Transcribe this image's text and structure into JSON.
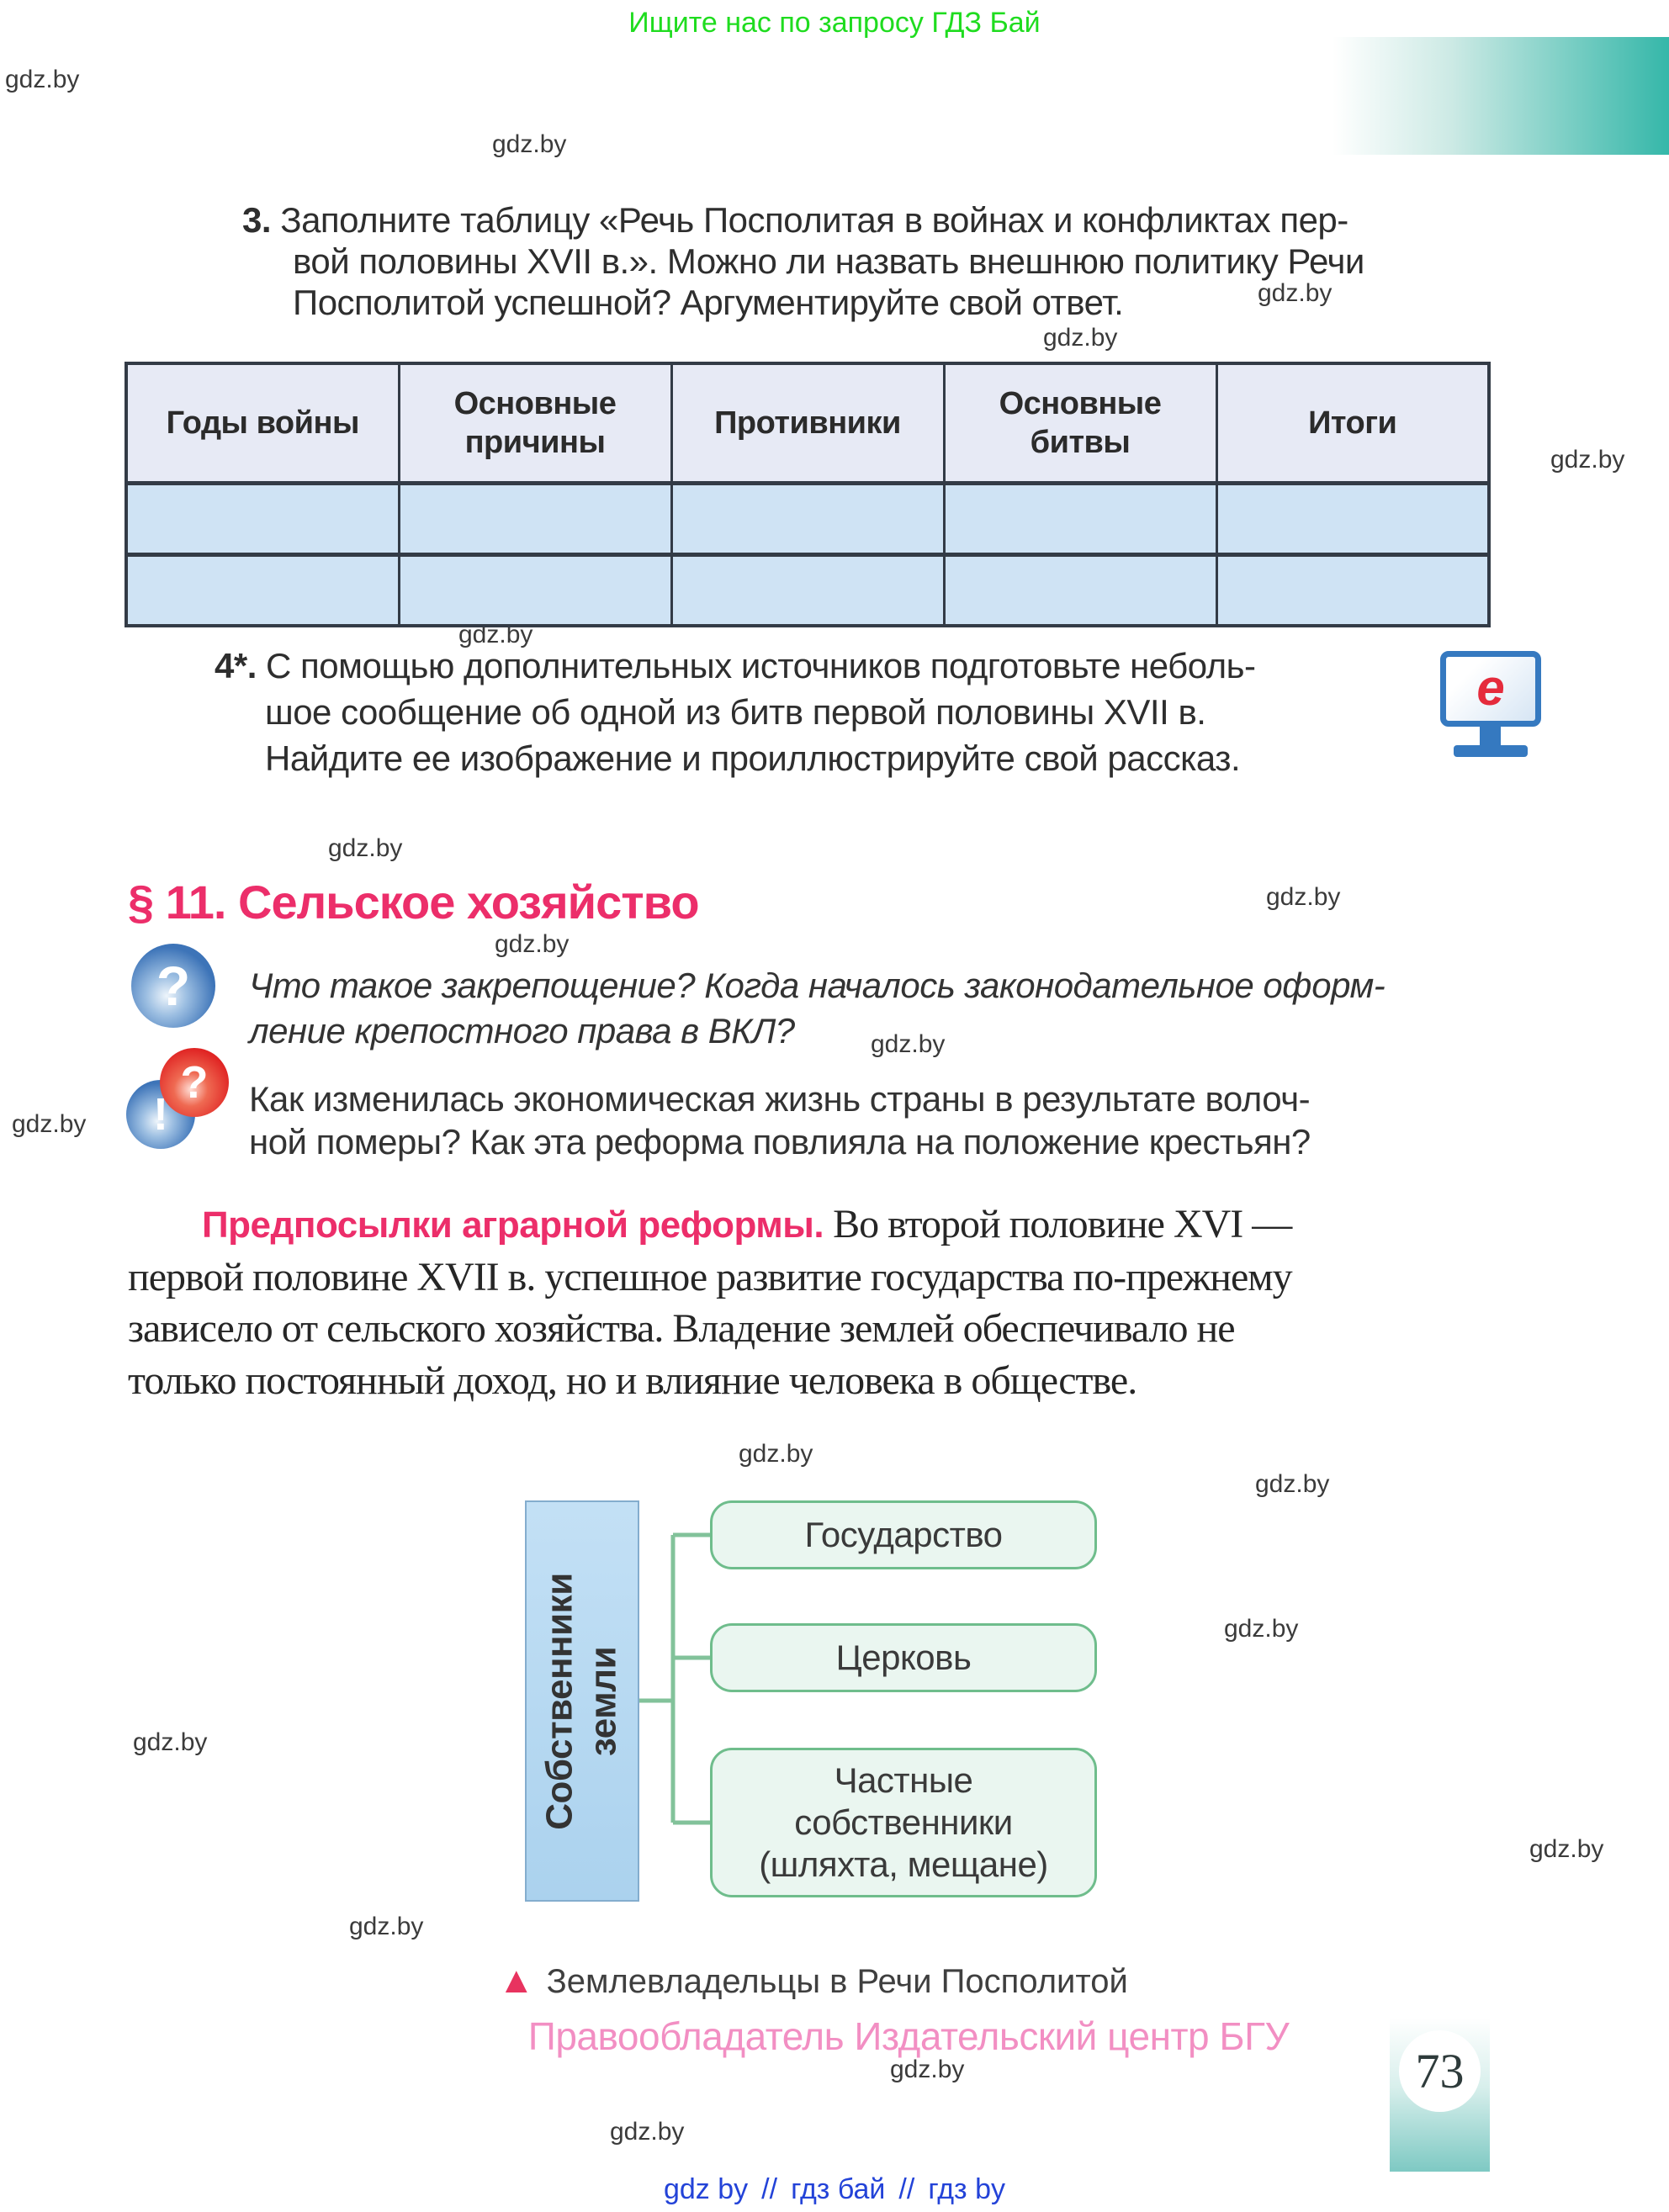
{
  "banner": {
    "text": "Ищите нас по запросу ГДЗ Бай"
  },
  "watermark": {
    "label": "gdz.by"
  },
  "tasks": {
    "task3": {
      "number": "3.",
      "line1": "Заполните таблицу «Речь Посполитая в войнах и конфликтах пер-",
      "line2": "вой половины XVII в.». Можно ли назвать внешнюю политику Речи",
      "line3": "Посполитой успешной? Аргументируйте свой ответ."
    },
    "task4": {
      "number": "4*.",
      "line1": "С помощью дополнительных источников подготовьте неболь-",
      "line2": "шое сообщение об одной из битв первой половины XVII в.",
      "line3": "Найдите ее изображение и проиллюстрируйте свой рассказ."
    }
  },
  "table": {
    "headers": [
      "Годы войны",
      "Основные причины",
      "Противники",
      "Основные битвы",
      "Итоги"
    ],
    "rows": [
      [
        "",
        "",
        "",
        "",
        ""
      ],
      [
        "",
        "",
        "",
        "",
        ""
      ]
    ]
  },
  "eicon": {
    "letter": "e"
  },
  "section": {
    "heading": "§ 11. Сельское хозяйство"
  },
  "questions": {
    "q1_icon": "?",
    "q1_line1": "Что такое закрепощение? Когда началось законодательное оформ-",
    "q1_line2": "ление крепостного права в ВКЛ?",
    "q2_icon_question": "?",
    "q2_icon_exclam": "!",
    "q2_line1": "Как изменилась экономическая жизнь страны в результате волоч-",
    "q2_line2": "ной померы? Как эта реформа повлияла на положение крестьян?"
  },
  "paragraph": {
    "lead": "Предпосылки аграрной реформы.",
    "line1_rest": " Во второй половине XVI —",
    "line2": "первой половине XVII в. успешное развитие государства по-прежнему",
    "line3": "зависело от сельского хозяйства. Владение землей обеспечивало не",
    "line4": "только постоянный доход, но и влияние человека в обществе."
  },
  "diagram": {
    "root": "Собственники земли",
    "box1": "Государство",
    "box2": "Церковь",
    "box3": "Частные собственники (шляхта, мещане)",
    "caption_marker": "▲",
    "caption": "Землевладельцы в Речи Посполитой"
  },
  "footer": {
    "publisher": "Правообладатель Издательский центр БГУ",
    "page_number": "73",
    "links": [
      "gdz by",
      "гдз бай",
      "гдз by"
    ],
    "separator": "//"
  },
  "colors": {
    "banner_green": "#1fdc1f",
    "accent_pink": "#ec2e6a",
    "caption_triangle_pink": "#e8335f",
    "publisher_pink": "#f28fc3",
    "link_blue": "#2343d8",
    "teal": "#35b7a9",
    "table_header_bg": "#e7eaf5",
    "table_row_bg": "#cfe3f4",
    "table_border": "#333b46",
    "diagram_blue_fill": "#b7d9f2",
    "diagram_green_border": "#6fbd8c",
    "diagram_green_fill": "#eaf6f0",
    "icon_blue": "#3d74b8",
    "icon_red": "#e02524",
    "monitor_blue": "#3579c0",
    "monitor_e_red": "#e52b3c"
  }
}
